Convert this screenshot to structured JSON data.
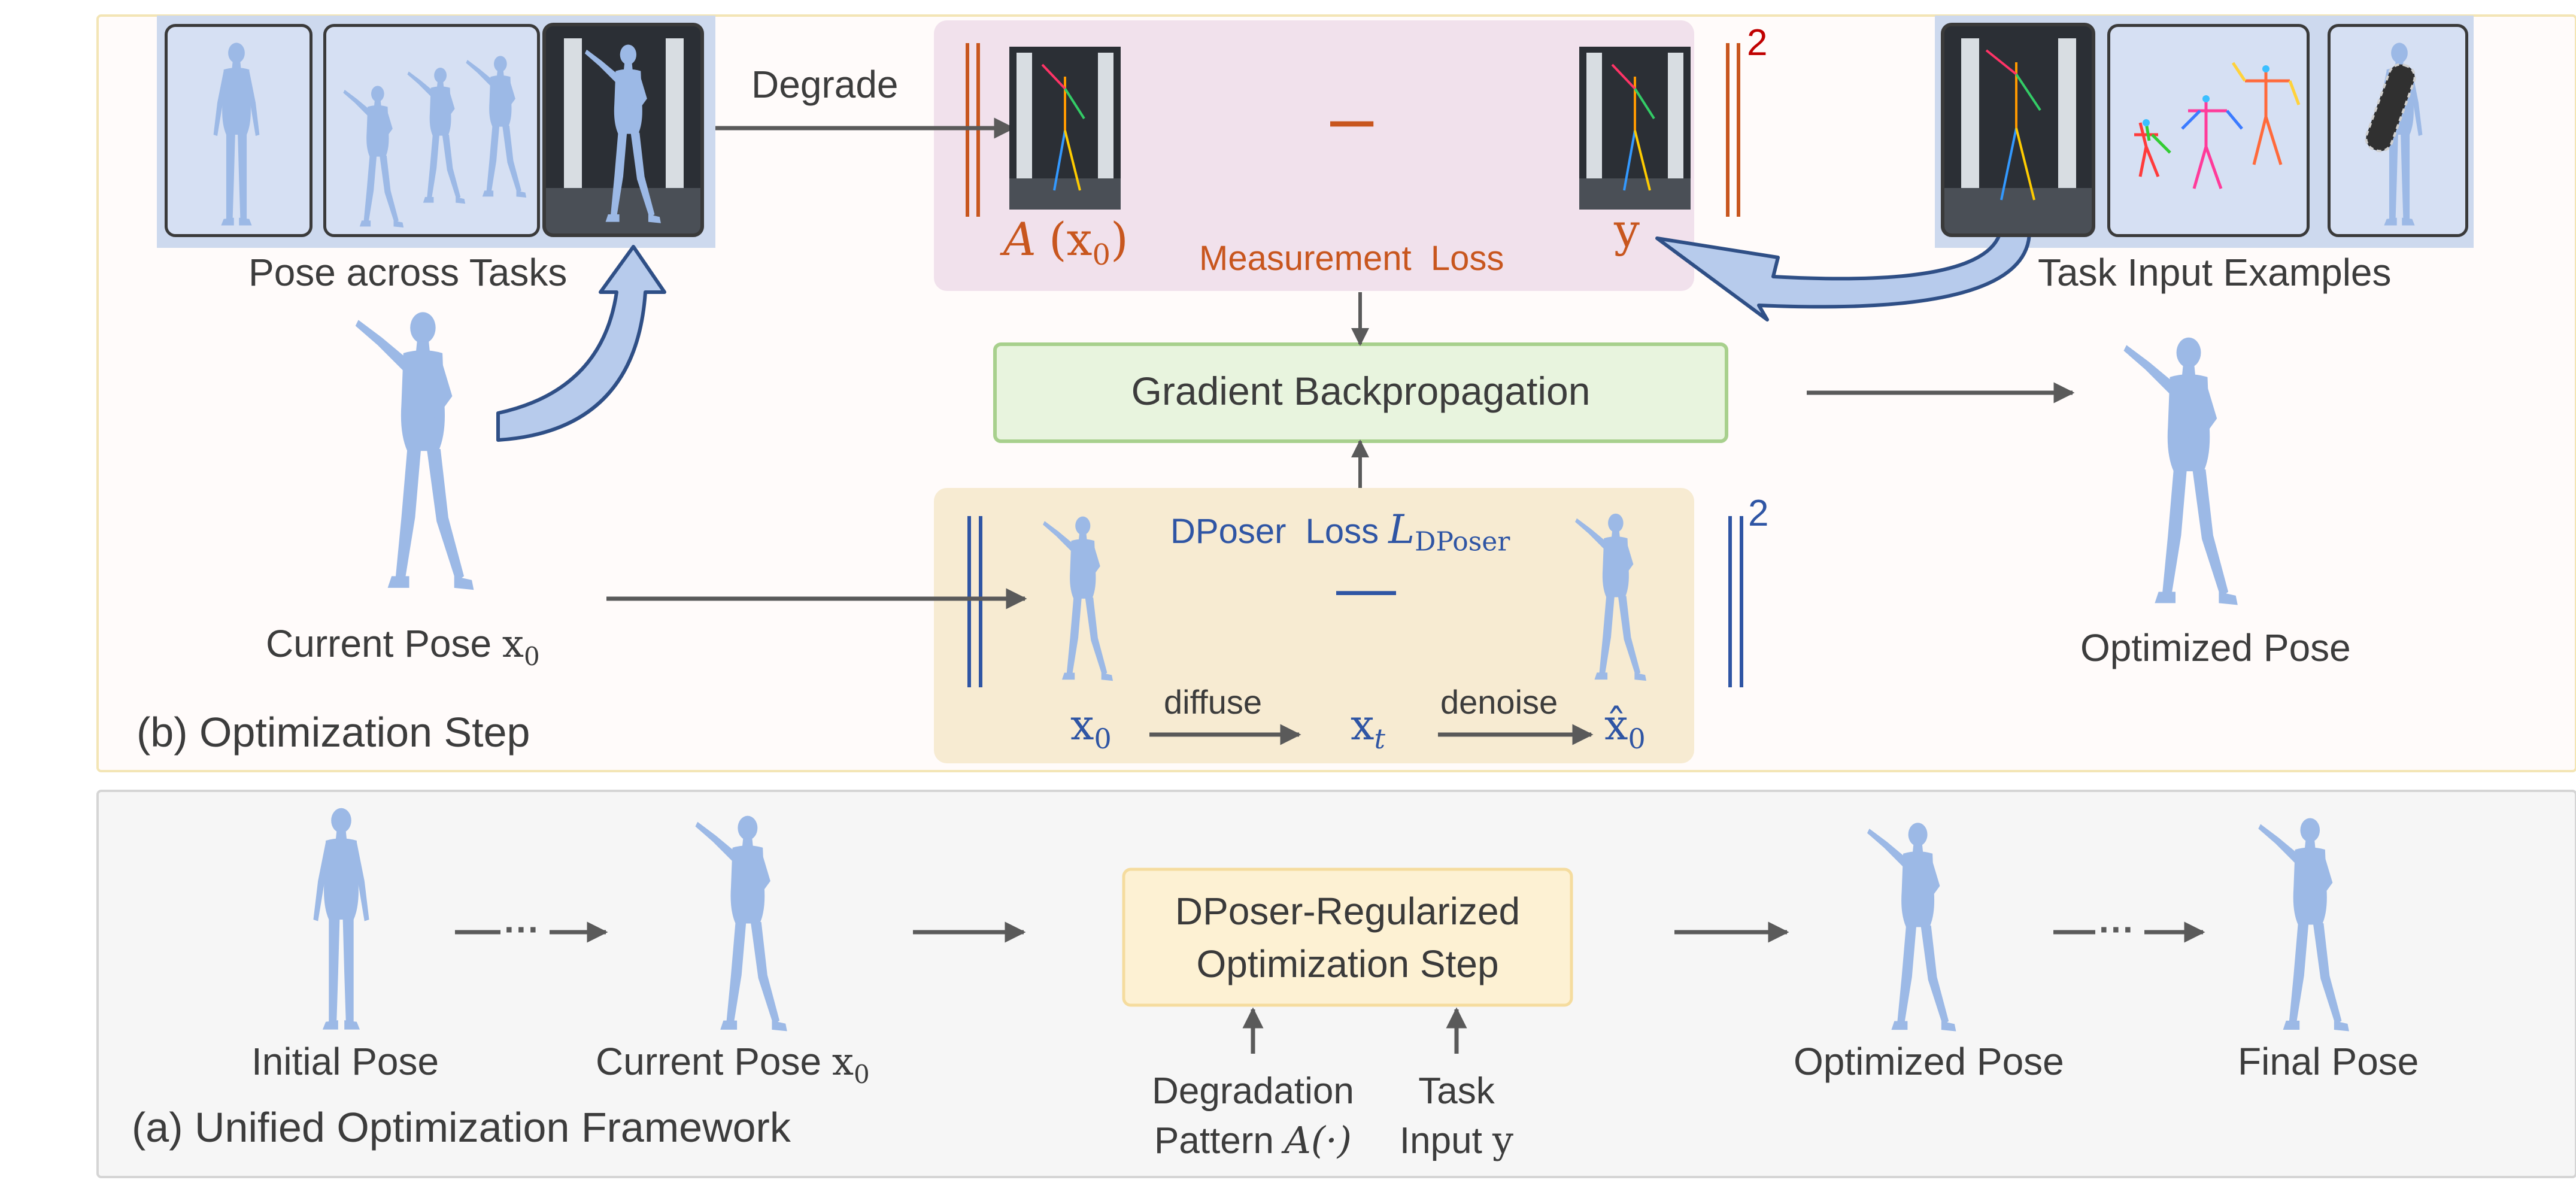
{
  "optimization_step": {
    "title": "(b) Optimization Step",
    "pose_across_tasks_label": "Pose across Tasks",
    "degrade_label": "Degrade",
    "current_pose_label": "Current Pose",
    "current_pose_symbol": "x",
    "current_pose_subscript": "0",
    "optimized_pose_label": "Optimized Pose",
    "task_input_examples_label": "Task Input Examples",
    "measurement": {
      "op_symbol": "A",
      "op_arg": "(x",
      "op_arg_sub": "0",
      "op_close": ")",
      "minus": "–",
      "y_label": "y",
      "norm_exponent": "2",
      "loss_label": "Measurement  Loss"
    },
    "gradient_label": "Gradient Backpropagation",
    "dposer": {
      "loss_label": "DPoser  Loss",
      "loss_symbol": "L",
      "loss_subscript": "DPoser",
      "norm_exponent": "2",
      "minus": "—",
      "x0_symbol": "x",
      "x0_sub": "0",
      "xt_symbol": "x",
      "xt_sub": "t",
      "xhat_symbol": "x̂",
      "xhat_sub": "0",
      "diffuse_label": "diffuse",
      "denoise_label": "denoise"
    }
  },
  "unified_framework": {
    "title": "(a) Unified Optimization Framework",
    "initial_pose_label": "Initial Pose",
    "current_pose_label": "Current Pose",
    "current_pose_symbol": "x",
    "current_pose_subscript": "0",
    "step_box_line1": "DPoser-Regularized",
    "step_box_line2": "Optimization Step",
    "degradation_line1": "Degradation",
    "degradation_line2": "Pattern",
    "degradation_symbol": "A(·)",
    "task_line1": "Task",
    "task_line2": "Input",
    "task_symbol": "y",
    "optimized_pose_label": "Optimized Pose",
    "final_pose_label": "Final Pose",
    "dots": "···"
  },
  "colors": {
    "body_blue": "#9cb9e6",
    "measurement_orange": "#c8561e",
    "dposer_blue": "#2f55a4",
    "exponent_red": "#c00000",
    "measurement_box": "#f1e1ec",
    "dposer_box": "#f7ebd2",
    "gradient_box": "#e8f4de",
    "step_box": "#fdf1d3",
    "top_panel": "#fffbfa",
    "bottom_panel": "#f6f6f6"
  }
}
